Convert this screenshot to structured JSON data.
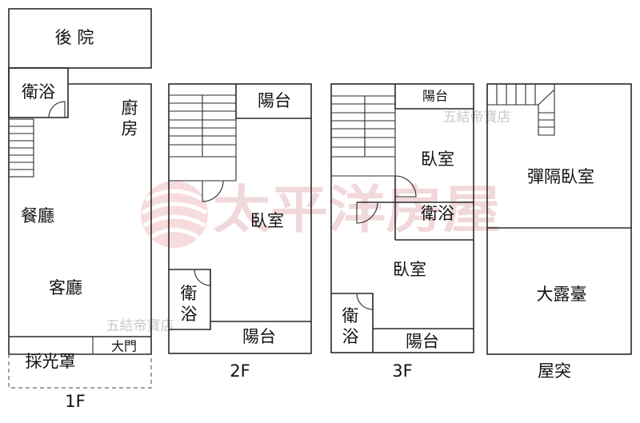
{
  "floors": {
    "f1": {
      "label": "1F",
      "rooms": {
        "backyard": "後 院",
        "bathroom": "衛浴",
        "kitchen_top": "廚",
        "kitchen_bottom": "房",
        "dining": "餐廳",
        "living": "客廳",
        "skylight": "採光罩",
        "front_door": "大門"
      }
    },
    "f2": {
      "label": "2F",
      "rooms": {
        "balcony_top": "陽台",
        "bedroom": "臥室",
        "bathroom_top": "衛",
        "bathroom_bottom": "浴",
        "balcony_bottom": "陽台"
      }
    },
    "f3": {
      "label": "3F",
      "rooms": {
        "balcony_top": "陽台",
        "bedroom_upper": "臥室",
        "bathroom_mid": "衛浴",
        "bedroom_lower": "臥室",
        "bathroom_top": "衛",
        "bathroom_bottom": "浴",
        "balcony_bottom": "陽台"
      }
    },
    "roof": {
      "label": "屋突",
      "rooms": {
        "partition_bedroom": "彈隔臥室",
        "terrace": "大露臺"
      }
    }
  },
  "watermarks": {
    "agency_name": "太平洋房屋",
    "store_top": "五結帝寶店",
    "store_bottom": "五結帝寶店"
  },
  "colors": {
    "walls": "#2a2a2a",
    "watermark_logo": "#e8a7ab",
    "watermark_text": "#c9c9c9"
  }
}
